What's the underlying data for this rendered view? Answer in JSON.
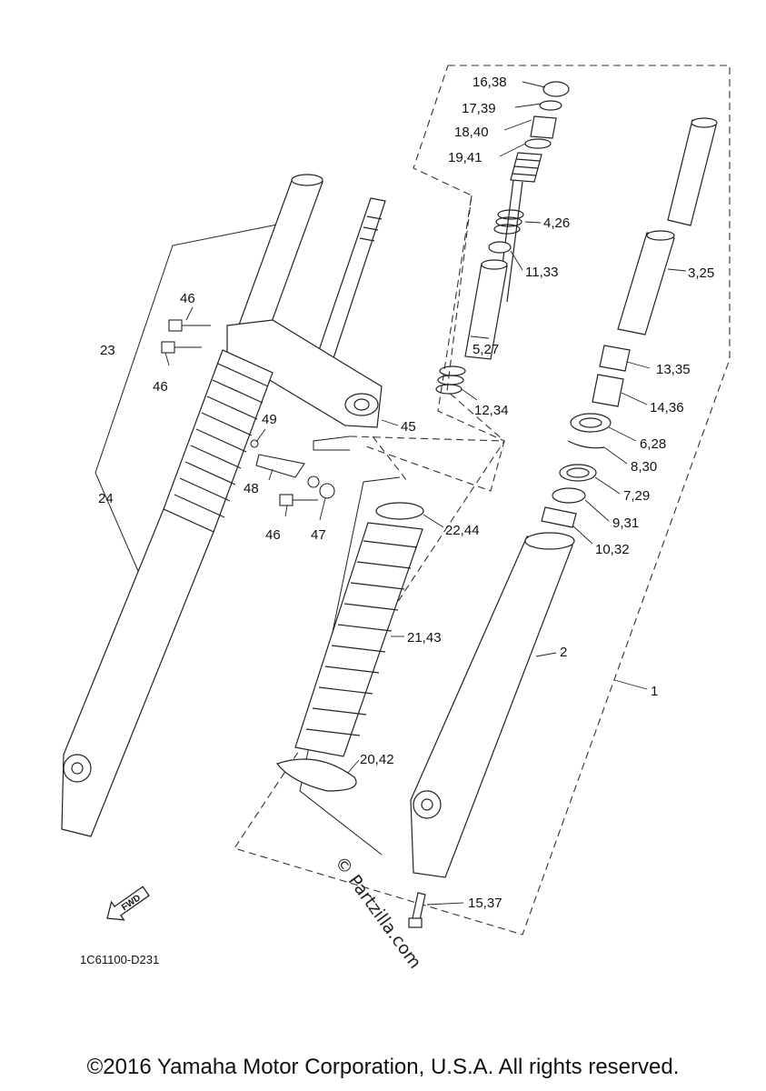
{
  "diagram": {
    "drawing_code": "1C61100-D231",
    "fwd_label": "FWD",
    "watermark": "© Partzilla.com",
    "part_labels": [
      "16,38",
      "17,39",
      "18,40",
      "19,41",
      "4,26",
      "11,33",
      "3,25",
      "5,27",
      "13,35",
      "12,34",
      "14,36",
      "6,28",
      "8,30",
      "7,29",
      "9,31",
      "10,32",
      "22,44",
      "21,43",
      "2",
      "1",
      "20,42",
      "15,37",
      "46",
      "46",
      "46",
      "23",
      "24",
      "49",
      "48",
      "47",
      "45"
    ]
  },
  "footer": {
    "copyright": "©2016 Yamaha Motor Corporation, U.S.A. All rights reserved."
  }
}
